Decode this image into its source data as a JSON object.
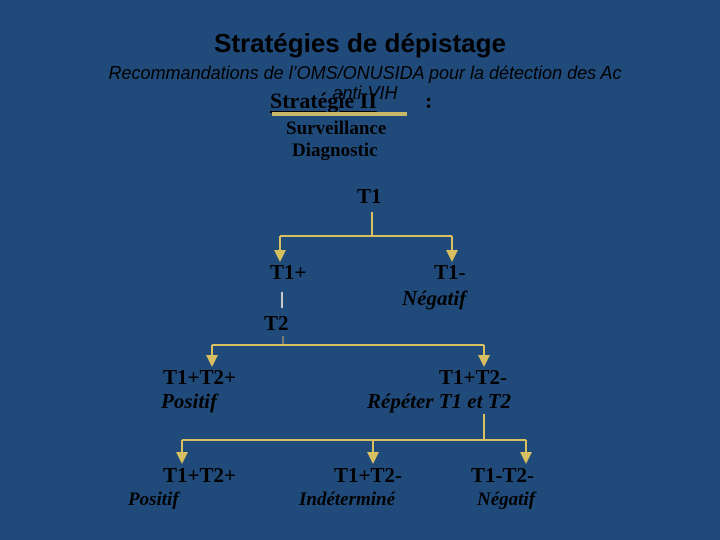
{
  "header": {
    "title": "Stratégies de dépistage",
    "subtitle_line1": "Recommandations de l’OMS/ONUSIDA pour la détection des Ac",
    "subtitle_line2": "anti-VIH"
  },
  "strategy": {
    "name": "Stratégie II",
    "colon": ":",
    "uses": [
      "Surveillance",
      "Diagnostic"
    ]
  },
  "tree": {
    "root": "T1",
    "level1": {
      "left": "T1+",
      "right_code": "T1-",
      "right_result": "Négatif"
    },
    "level2": {
      "test": "T2"
    },
    "level3": {
      "left_code": "T1+T2+",
      "left_result": "Positif",
      "right_code": "T1+T2-",
      "right_result": "Répéter T1 et T2"
    },
    "level4": [
      {
        "code": "T1+T2+",
        "result": "Positif"
      },
      {
        "code": "T1+T2-",
        "result": "Indéterminé"
      },
      {
        "code": "T1-T2-",
        "result": "Négatif"
      }
    ]
  },
  "colors": {
    "background": "#1f4a7a",
    "connector": "#d8c060",
    "text": "#000000"
  }
}
